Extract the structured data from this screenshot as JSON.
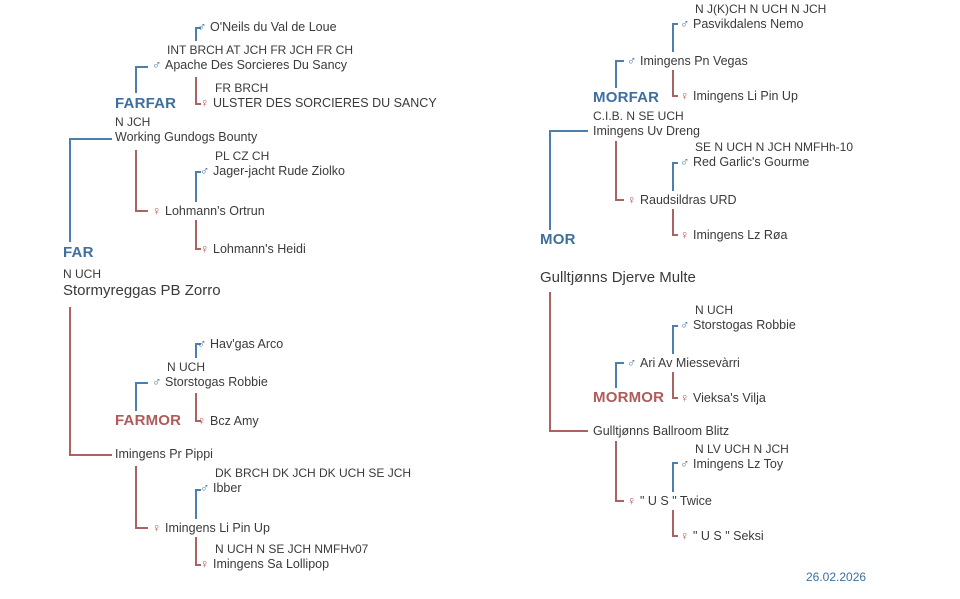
{
  "meta": {
    "date": "26.02.2026"
  },
  "icons": {
    "male": "♂",
    "female": "♀"
  },
  "colors": {
    "male_blue": "#3e6f9e",
    "female_red": "#b05a5a",
    "line_blue": "#4d7fad",
    "line_red": "#ad6262",
    "text": "#3a3a3a"
  },
  "pedigree": {
    "far": {
      "label": "FAR",
      "titles": "N UCH",
      "name": "Stormyreggas PB Zorro",
      "farfar": {
        "label": "FARFAR",
        "titles": "N JCH",
        "name": "Working Gundogs Bounty",
        "father": {
          "sex": "male",
          "titles": "INT BRCH AT JCH FR JCH FR CH",
          "name": "Apache Des Sorcieres Du Sancy",
          "father": {
            "sex": "male",
            "name": "O'Neils du Val de Loue"
          },
          "mother": {
            "sex": "female",
            "titles": "FR BRCH",
            "name": "ULSTER DES SORCIERES DU SANCY"
          }
        },
        "mother": {
          "sex": "female",
          "name": "Lohmann's Ortrun",
          "father": {
            "sex": "male",
            "titles": "PL CZ CH",
            "name": "Jager-jacht Rude Ziolko"
          },
          "mother": {
            "sex": "female",
            "name": "Lohmann's Heidi"
          }
        }
      },
      "farmor": {
        "label": "FARMOR",
        "titles": "",
        "name": "Imingens Pr Pippi",
        "father": {
          "sex": "male",
          "titles": "N UCH",
          "name": "Storstogas Robbie",
          "father": {
            "sex": "male",
            "name": "Hav'gas Arco"
          },
          "mother": {
            "sex": "female",
            "name": "Bcz Amy"
          }
        },
        "mother": {
          "sex": "female",
          "name": "Imingens Li Pin Up",
          "father": {
            "sex": "male",
            "titles": "DK BRCH DK JCH DK UCH SE JCH",
            "name": "Ibber"
          },
          "mother": {
            "sex": "female",
            "titles": "N UCH N SE JCH NMFHv07",
            "name": "Imingens Sa Lollipop"
          }
        }
      }
    },
    "mor": {
      "label": "MOR",
      "titles": "",
      "name": "Gulltjønns Djerve Multe",
      "morfar": {
        "label": "MORFAR",
        "titles": "C.I.B. N SE UCH",
        "name": "Imingens Uv Dreng",
        "father": {
          "sex": "male",
          "name": "Imingens Pn Vegas",
          "father": {
            "sex": "male",
            "titles": "N J(K)CH N UCH N JCH",
            "name": "Pasvikdalens Nemo"
          },
          "mother": {
            "sex": "female",
            "name": "Imingens Li Pin Up"
          }
        },
        "mother": {
          "sex": "female",
          "name": "Raudsildras URD",
          "father": {
            "sex": "male",
            "titles": "SE N UCH N JCH NMFHh-10",
            "name": "Red Garlic's Gourme"
          },
          "mother": {
            "sex": "female",
            "name": "Imingens Lz Røa"
          }
        }
      },
      "mormor": {
        "label": "MORMOR",
        "titles": "",
        "name": "Gulltjønns Ballroom Blitz",
        "father": {
          "sex": "male",
          "name": "Ari Av Miessevàrri",
          "father": {
            "sex": "male",
            "titles": "N UCH",
            "name": "Storstogas Robbie"
          },
          "mother": {
            "sex": "female",
            "name": "Vieksa's Vilja"
          }
        },
        "mother": {
          "sex": "female",
          "name": "\" U S \" Twice",
          "father": {
            "sex": "male",
            "titles": "N LV UCH N JCH",
            "name": "Imingens Lz Toy"
          },
          "mother": {
            "sex": "female",
            "name": "\" U S \" Seksi"
          }
        }
      }
    }
  }
}
